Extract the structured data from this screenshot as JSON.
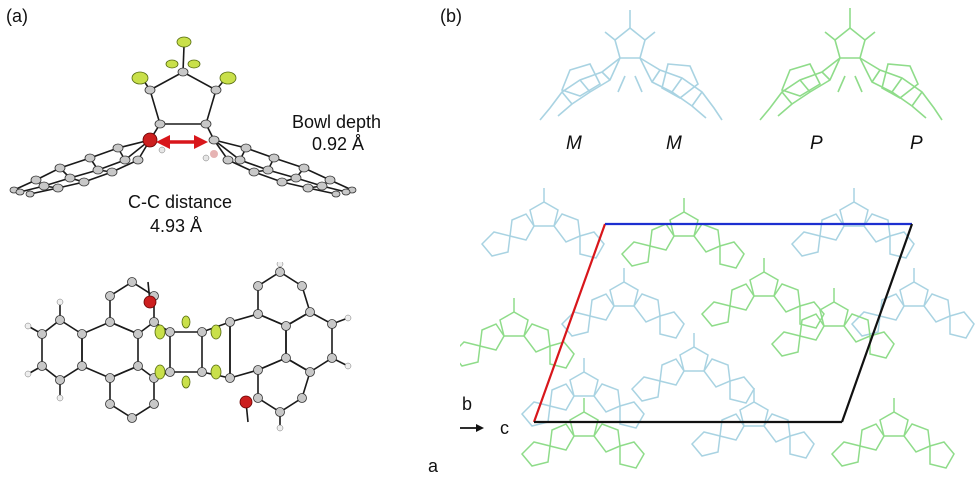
{
  "panel_a": {
    "label": "(a)",
    "bowl_depth_label": "Bowl depth",
    "bowl_depth_value": "0.92 Å",
    "cc_distance_label": "C-C distance",
    "cc_distance_value": "4.93 Å"
  },
  "panel_b": {
    "label": "(b)",
    "enantiomer_labels": [
      "M",
      "M",
      "P",
      "P"
    ],
    "axes": {
      "b": "b",
      "c": "c",
      "a": "a"
    }
  },
  "colors": {
    "carbon": "#c8c8c8",
    "bond": "#1a1a1a",
    "fluorine": "#c9e04a",
    "oxygen": "#cc1f1f",
    "arrow": "#d8161b",
    "m_enantiomer": "#a9d3e2",
    "p_enantiomer": "#8fdc8a",
    "cell_a_axis": "#d8161b",
    "cell_b_axis": "#1c2fd0",
    "cell_edge": "#111111"
  }
}
